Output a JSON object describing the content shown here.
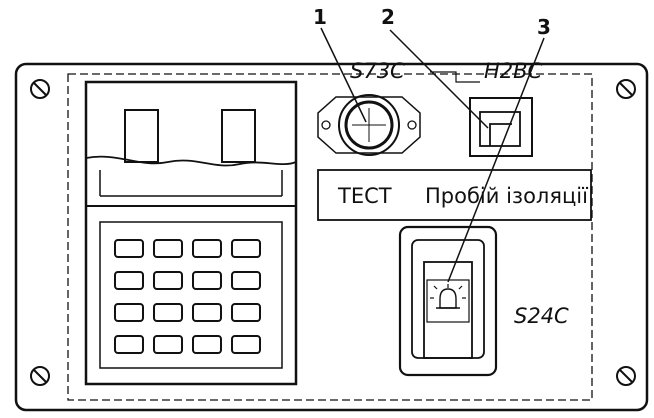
{
  "callouts": {
    "c1": "1",
    "c2": "2",
    "c3": "3"
  },
  "designators": {
    "s73c": "S73C",
    "h2bc": "H2BC",
    "s24c": "S24C"
  },
  "label_strip": {
    "test": "ТЕСТ",
    "insulation": "Пробій ізоляції"
  },
  "keypad": {
    "rows": 4,
    "cols": 4
  }
}
